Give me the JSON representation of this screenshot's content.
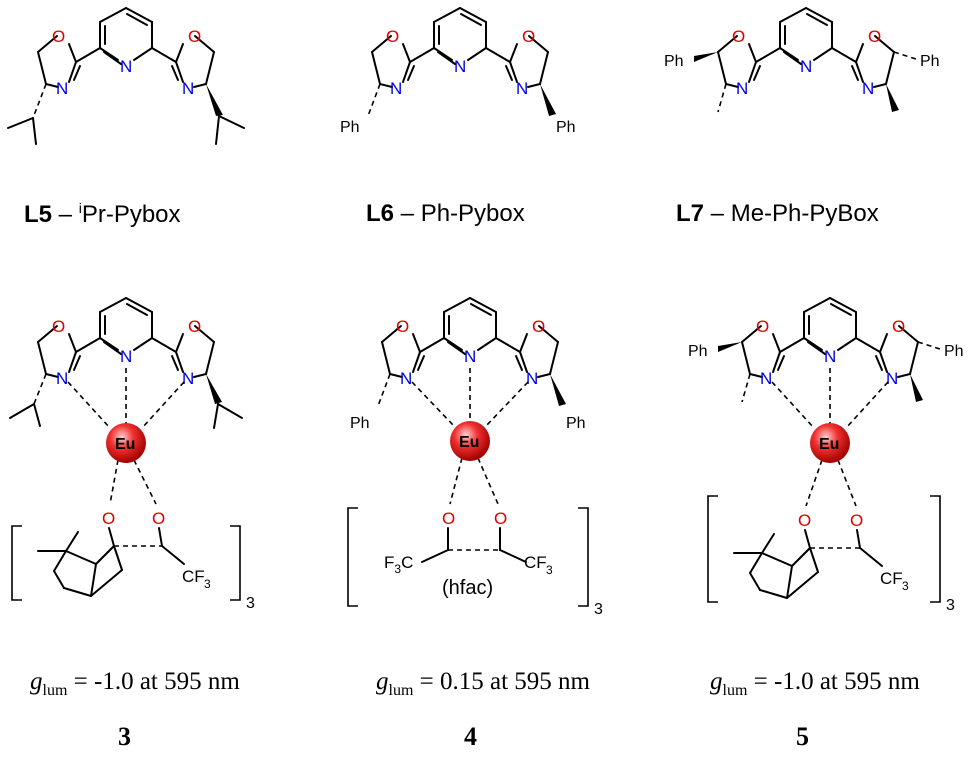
{
  "ligands": [
    {
      "code": "L5",
      "dash": " – ",
      "sup": "i",
      "name": "Pr-Pybox"
    },
    {
      "code": "L6",
      "dash": " – ",
      "sup": "",
      "name": "Ph-Pybox"
    },
    {
      "code": "L7",
      "dash": " – ",
      "sup": "",
      "name": "Me-Ph-PyBox"
    }
  ],
  "atoms": {
    "O": "O",
    "N": "N",
    "Ph": "Ph",
    "Eu": "Eu",
    "CF3": "CF",
    "sub3": "3",
    "F3C": "F",
    "C": "C"
  },
  "complexes": [
    {
      "glum_symbol": "g",
      "glum_sub": "lum",
      "glum_value": " = -1.0 at 595 nm",
      "number": "3",
      "bracket_sub": "3"
    },
    {
      "glum_symbol": "g",
      "glum_sub": "lum",
      "glum_value": " = 0.15 at 595 nm",
      "number": "4",
      "bracket_sub": "3",
      "tag": "(hfac)"
    },
    {
      "glum_symbol": "g",
      "glum_sub": "lum",
      "glum_value": " = -1.0 at 595 nm",
      "number": "5",
      "bracket_sub": "3"
    }
  ],
  "colors": {
    "oxygen": "#e00000",
    "nitrogen": "#0000e6",
    "europium": "#e02020"
  }
}
